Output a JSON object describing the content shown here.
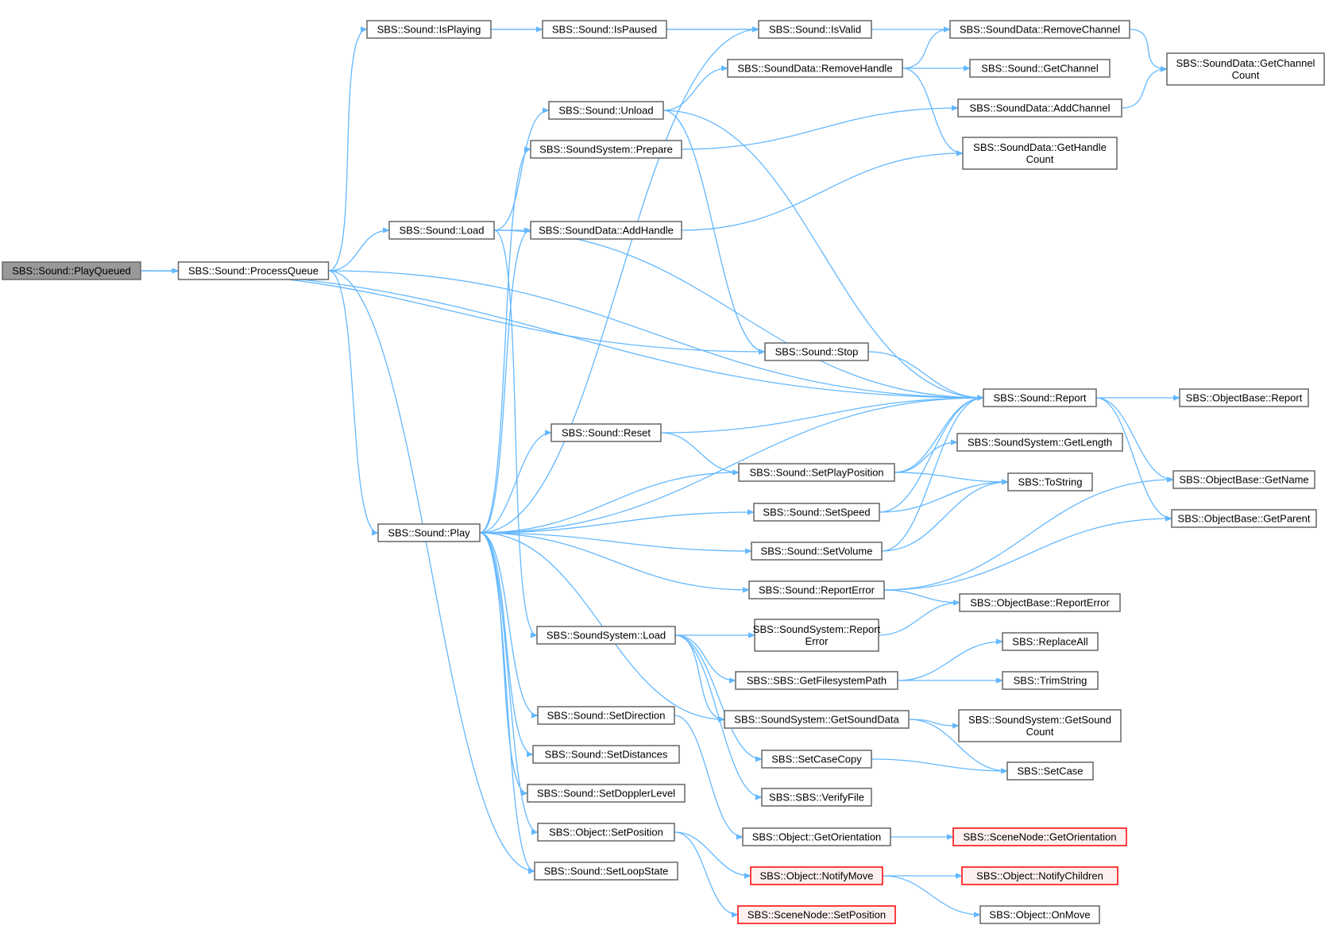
{
  "colors": {
    "edge": "#63b8ff",
    "node_border": "#666666",
    "node_fill": "#ffffff",
    "root_fill": "#999999",
    "truncated_border": "#ff0000",
    "truncated_fill": "#fff0f0"
  },
  "nodes": [
    {
      "id": "playqueued",
      "lines": [
        "SBS::Sound::PlayQueued"
      ],
      "kind": "root"
    },
    {
      "id": "processqueue",
      "lines": [
        "SBS::Sound::ProcessQueue"
      ],
      "kind": "normal"
    },
    {
      "id": "isplaying",
      "lines": [
        "SBS::Sound::IsPlaying"
      ],
      "kind": "normal"
    },
    {
      "id": "ispaused",
      "lines": [
        "SBS::Sound::IsPaused"
      ],
      "kind": "normal"
    },
    {
      "id": "isvalid",
      "lines": [
        "SBS::Sound::IsValid"
      ],
      "kind": "normal"
    },
    {
      "id": "removechannel",
      "lines": [
        "SBS::SoundData::RemoveChannel"
      ],
      "kind": "normal"
    },
    {
      "id": "getchannelcount",
      "lines": [
        "SBS::SoundData::GetChannel",
        "Count"
      ],
      "kind": "normal"
    },
    {
      "id": "removehandle",
      "lines": [
        "SBS::SoundData::RemoveHandle"
      ],
      "kind": "normal"
    },
    {
      "id": "getchannel",
      "lines": [
        "SBS::Sound::GetChannel"
      ],
      "kind": "normal"
    },
    {
      "id": "unload",
      "lines": [
        "SBS::Sound::Unload"
      ],
      "kind": "normal"
    },
    {
      "id": "addchannel",
      "lines": [
        "SBS::SoundData::AddChannel"
      ],
      "kind": "normal"
    },
    {
      "id": "prepare",
      "lines": [
        "SBS::SoundSystem::Prepare"
      ],
      "kind": "normal"
    },
    {
      "id": "gethandlecount",
      "lines": [
        "SBS::SoundData::GetHandle",
        "Count"
      ],
      "kind": "normal"
    },
    {
      "id": "soundload",
      "lines": [
        "SBS::Sound::Load"
      ],
      "kind": "normal"
    },
    {
      "id": "addhandle",
      "lines": [
        "SBS::SoundData::AddHandle"
      ],
      "kind": "normal"
    },
    {
      "id": "stop",
      "lines": [
        "SBS::Sound::Stop"
      ],
      "kind": "normal"
    },
    {
      "id": "report",
      "lines": [
        "SBS::Sound::Report"
      ],
      "kind": "normal"
    },
    {
      "id": "obreport",
      "lines": [
        "SBS::ObjectBase::Report"
      ],
      "kind": "normal"
    },
    {
      "id": "reset",
      "lines": [
        "SBS::Sound::Reset"
      ],
      "kind": "normal"
    },
    {
      "id": "getlength",
      "lines": [
        "SBS::SoundSystem::GetLength"
      ],
      "kind": "normal"
    },
    {
      "id": "setplayposition",
      "lines": [
        "SBS::Sound::SetPlayPosition"
      ],
      "kind": "normal"
    },
    {
      "id": "tostring",
      "lines": [
        "SBS::ToString"
      ],
      "kind": "normal"
    },
    {
      "id": "getname",
      "lines": [
        "SBS::ObjectBase::GetName"
      ],
      "kind": "normal"
    },
    {
      "id": "setspeed",
      "lines": [
        "SBS::Sound::SetSpeed"
      ],
      "kind": "normal"
    },
    {
      "id": "getparent",
      "lines": [
        "SBS::ObjectBase::GetParent"
      ],
      "kind": "normal"
    },
    {
      "id": "play",
      "lines": [
        "SBS::Sound::Play"
      ],
      "kind": "normal"
    },
    {
      "id": "setvolume",
      "lines": [
        "SBS::Sound::SetVolume"
      ],
      "kind": "normal"
    },
    {
      "id": "reporterror",
      "lines": [
        "SBS::Sound::ReportError"
      ],
      "kind": "normal"
    },
    {
      "id": "obreporterror",
      "lines": [
        "SBS::ObjectBase::ReportError"
      ],
      "kind": "normal"
    },
    {
      "id": "sysload",
      "lines": [
        "SBS::SoundSystem::Load"
      ],
      "kind": "normal"
    },
    {
      "id": "sysreporterror",
      "lines": [
        "SBS::SoundSystem::Report",
        "Error"
      ],
      "kind": "normal"
    },
    {
      "id": "replaceall",
      "lines": [
        "SBS::ReplaceAll"
      ],
      "kind": "normal"
    },
    {
      "id": "getfilesystempath",
      "lines": [
        "SBS::SBS::GetFilesystemPath"
      ],
      "kind": "normal"
    },
    {
      "id": "trimstring",
      "lines": [
        "SBS::TrimString"
      ],
      "kind": "normal"
    },
    {
      "id": "setdirection",
      "lines": [
        "SBS::Sound::SetDirection"
      ],
      "kind": "normal"
    },
    {
      "id": "getsounddata",
      "lines": [
        "SBS::SoundSystem::GetSoundData"
      ],
      "kind": "normal"
    },
    {
      "id": "getsoundcount",
      "lines": [
        "SBS::SoundSystem::GetSound",
        "Count"
      ],
      "kind": "normal"
    },
    {
      "id": "setdistances",
      "lines": [
        "SBS::Sound::SetDistances"
      ],
      "kind": "normal"
    },
    {
      "id": "setcasecopy",
      "lines": [
        "SBS::SetCaseCopy"
      ],
      "kind": "normal"
    },
    {
      "id": "setcase",
      "lines": [
        "SBS::SetCase"
      ],
      "kind": "normal"
    },
    {
      "id": "setdopplerlevel",
      "lines": [
        "SBS::Sound::SetDopplerLevel"
      ],
      "kind": "normal"
    },
    {
      "id": "verifyfile",
      "lines": [
        "SBS::SBS::VerifyFile"
      ],
      "kind": "normal"
    },
    {
      "id": "objsetposition",
      "lines": [
        "SBS::Object::SetPosition"
      ],
      "kind": "normal"
    },
    {
      "id": "getorientation",
      "lines": [
        "SBS::Object::GetOrientation"
      ],
      "kind": "normal"
    },
    {
      "id": "scenegetorientation",
      "lines": [
        "SBS::SceneNode::GetOrientation"
      ],
      "kind": "truncated"
    },
    {
      "id": "setloopstate",
      "lines": [
        "SBS::Sound::SetLoopState"
      ],
      "kind": "normal"
    },
    {
      "id": "notifymove",
      "lines": [
        "SBS::Object::NotifyMove"
      ],
      "kind": "truncated"
    },
    {
      "id": "notifychildren",
      "lines": [
        "SBS::Object::NotifyChildren"
      ],
      "kind": "truncated"
    },
    {
      "id": "scenesetposition",
      "lines": [
        "SBS::SceneNode::SetPosition"
      ],
      "kind": "truncated"
    },
    {
      "id": "onmove",
      "lines": [
        "SBS::Object::OnMove"
      ],
      "kind": "normal"
    }
  ],
  "edges": [
    [
      "playqueued",
      "processqueue"
    ],
    [
      "playqueued",
      "report"
    ],
    [
      "playqueued",
      "stop"
    ],
    [
      "processqueue",
      "isplaying"
    ],
    [
      "processqueue",
      "soundload"
    ],
    [
      "processqueue",
      "report"
    ],
    [
      "processqueue",
      "play"
    ],
    [
      "processqueue",
      "setloopstate"
    ],
    [
      "isplaying",
      "ispaused"
    ],
    [
      "isplaying",
      "isvalid"
    ],
    [
      "ispaused",
      "isvalid"
    ],
    [
      "isvalid",
      "removechannel"
    ],
    [
      "removechannel",
      "getchannelcount"
    ],
    [
      "removehandle",
      "removechannel"
    ],
    [
      "removehandle",
      "getchannel"
    ],
    [
      "removehandle",
      "gethandlecount"
    ],
    [
      "unload",
      "removehandle"
    ],
    [
      "unload",
      "report"
    ],
    [
      "unload",
      "stop"
    ],
    [
      "addchannel",
      "getchannelcount"
    ],
    [
      "prepare",
      "addchannel"
    ],
    [
      "soundload",
      "unload"
    ],
    [
      "soundload",
      "addhandle"
    ],
    [
      "soundload",
      "report"
    ],
    [
      "soundload",
      "sysload"
    ],
    [
      "addhandle",
      "gethandlecount"
    ],
    [
      "stop",
      "report"
    ],
    [
      "report",
      "obreport"
    ],
    [
      "report",
      "getname"
    ],
    [
      "report",
      "getparent"
    ],
    [
      "reset",
      "report"
    ],
    [
      "reset",
      "setplayposition"
    ],
    [
      "setplayposition",
      "report"
    ],
    [
      "setplayposition",
      "getlength"
    ],
    [
      "setplayposition",
      "tostring"
    ],
    [
      "setspeed",
      "report"
    ],
    [
      "setspeed",
      "tostring"
    ],
    [
      "setvolume",
      "report"
    ],
    [
      "setvolume",
      "tostring"
    ],
    [
      "play",
      "isvalid"
    ],
    [
      "play",
      "prepare"
    ],
    [
      "play",
      "addhandle"
    ],
    [
      "play",
      "report"
    ],
    [
      "play",
      "reset"
    ],
    [
      "play",
      "setplayposition"
    ],
    [
      "play",
      "setspeed"
    ],
    [
      "play",
      "setvolume"
    ],
    [
      "play",
      "reporterror"
    ],
    [
      "play",
      "getsounddata"
    ],
    [
      "play",
      "setdirection"
    ],
    [
      "play",
      "setdistances"
    ],
    [
      "play",
      "setdopplerlevel"
    ],
    [
      "play",
      "objsetposition"
    ],
    [
      "play",
      "setloopstate"
    ],
    [
      "reporterror",
      "getname"
    ],
    [
      "reporterror",
      "getparent"
    ],
    [
      "reporterror",
      "obreporterror"
    ],
    [
      "sysreporterror",
      "obreporterror"
    ],
    [
      "sysload",
      "sysreporterror"
    ],
    [
      "sysload",
      "getfilesystempath"
    ],
    [
      "sysload",
      "getsounddata"
    ],
    [
      "sysload",
      "setcasecopy"
    ],
    [
      "sysload",
      "verifyfile"
    ],
    [
      "getfilesystempath",
      "replaceall"
    ],
    [
      "getfilesystempath",
      "trimstring"
    ],
    [
      "getsounddata",
      "getsoundcount"
    ],
    [
      "getsounddata",
      "setcase"
    ],
    [
      "setcasecopy",
      "setcase"
    ],
    [
      "setdirection",
      "getorientation"
    ],
    [
      "getorientation",
      "scenegetorientation"
    ],
    [
      "objsetposition",
      "notifymove"
    ],
    [
      "objsetposition",
      "scenesetposition"
    ],
    [
      "notifymove",
      "notifychildren"
    ],
    [
      "notifymove",
      "onmove"
    ]
  ]
}
